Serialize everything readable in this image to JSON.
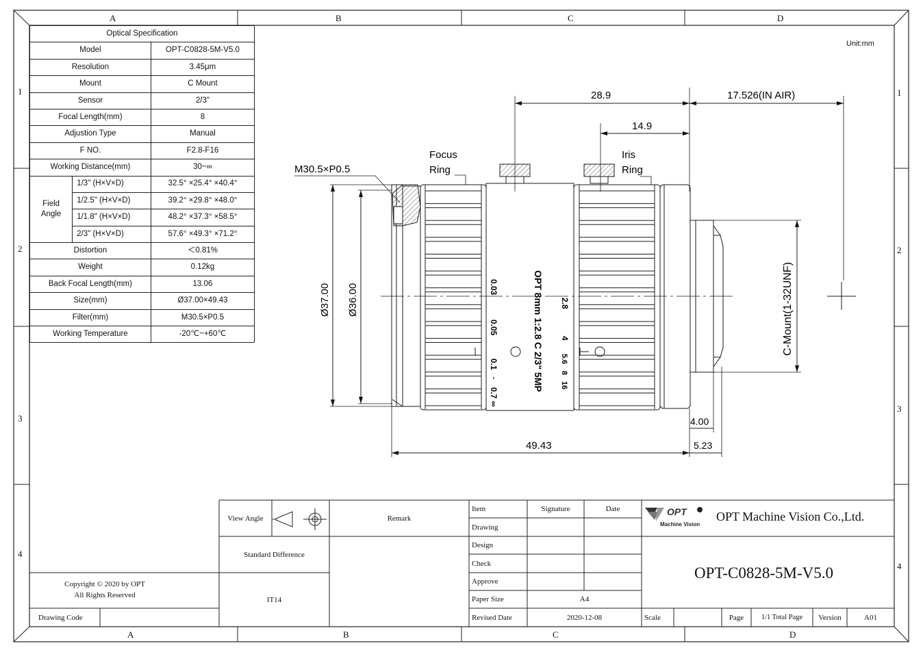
{
  "frame": {
    "columns": [
      "A",
      "B",
      "C",
      "D"
    ],
    "rows": [
      "1",
      "2",
      "3",
      "4"
    ],
    "unit": "Unit:mm"
  },
  "spec": {
    "title": "Optical Specification",
    "rows_top": [
      {
        "k": "Model",
        "v": "OPT-C0828-5M-V5.0"
      },
      {
        "k": "Resolution",
        "v": "3.45μm"
      },
      {
        "k": "Mount",
        "v": "C Mount"
      },
      {
        "k": "Sensor",
        "v": "2/3\""
      },
      {
        "k": "Focal Length(mm)",
        "v": "8"
      },
      {
        "k": "Adjustion Type",
        "v": "Manual"
      },
      {
        "k": "F NO.",
        "v": "F2.8-F16"
      },
      {
        "k": "Working Distance(mm)",
        "v": "30~∞"
      }
    ],
    "field_angle_label": "Field Angle",
    "field_angle": [
      {
        "k": "1/3\"  (H×V×D)",
        "v": "32.5°  ×25.4°  ×40.4°"
      },
      {
        "k": "1/2.5\" (H×V×D)",
        "v": "39.2°  ×29.8°  ×48.0°"
      },
      {
        "k": "1/1.8\"  (H×V×D)",
        "v": "48.2°  ×37.3°  ×58.5°"
      },
      {
        "k": "2/3\"  (H×V×D)",
        "v": "57.6°  ×49.3°  ×71.2°"
      }
    ],
    "rows_bottom": [
      {
        "k": "Distortion",
        "v": "＜0.81%"
      },
      {
        "k": "Weight",
        "v": "0.12kg"
      },
      {
        "k": "Back Focal Length(mm)",
        "v": "13.06"
      },
      {
        "k": "Size(mm)",
        "v": "Ø37.00×49.43"
      },
      {
        "k": "Filter(mm)",
        "v": "M30.5×P0.5"
      },
      {
        "k": "Working Temperature",
        "v": "-20℃~+60℃"
      }
    ]
  },
  "drawing": {
    "dim_28_9": "28.9",
    "dim_17_526": "17.526(IN AIR)",
    "dim_14_9": "14.9",
    "thread": "M30.5×P0.5",
    "focus_ring_1": "Focus",
    "focus_ring_2": "Ring",
    "iris_ring_1": "Iris",
    "iris_ring_2": "Ring",
    "dia_37": "Ø37.00",
    "dia_36": "Ø36.00",
    "c_mount": "C-Mount(1-32UNF)",
    "dim_49_43": "49.43",
    "dim_4_00": "4.00",
    "dim_5_23": "5.23",
    "lens_marking": "OPT 8mm 1:2.8 C 2/3\" 5MP",
    "focus_scale": [
      "0.03",
      "0.05",
      "0.1",
      "·",
      "0.7",
      "∞"
    ],
    "iris_scale": [
      "2.8",
      "4",
      "5.6",
      "8",
      "16"
    ]
  },
  "titleblock": {
    "view_angle": "View Angle",
    "remark": "Remark",
    "standard_difference": "Standard Difference",
    "it14": "IT14",
    "copyright_1": "Copyright © 2020 by OPT",
    "copyright_2": "All Rights Reserved",
    "drawing_code": "Drawing Code",
    "item": "Item",
    "signature": "Signature",
    "date": "Date",
    "drawing": "Drawing",
    "design": "Design",
    "check": "Check",
    "approve": "Approve",
    "paper_size": "Paper Size",
    "paper_size_value": "A4",
    "revised_date": "Revised Date",
    "revised_date_value": "2020-12-08",
    "scale": "Scale",
    "page": "Page",
    "total_page": "1/1 Total Page",
    "version": "Version",
    "version_value": "A01",
    "logo_main": "OPT",
    "logo_sub": "Machine Vision",
    "company": "OPT Machine Vision Co.,Ltd.",
    "part_no": "OPT-C0828-5M-V5.0"
  },
  "colors": {
    "line": "#1a1a1a",
    "hatch": "#333333"
  }
}
